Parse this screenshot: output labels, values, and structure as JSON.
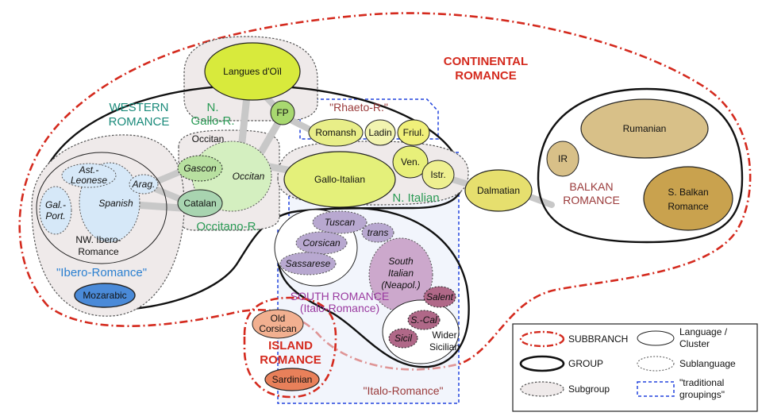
{
  "subbranches": {
    "continental": [
      "CONTINENTAL",
      "ROMANCE"
    ],
    "island": [
      "ISLAND",
      "ROMANCE"
    ]
  },
  "groups": {
    "western": [
      "WESTERN",
      "ROMANCE"
    ],
    "balkan": [
      "BALKAN",
      "ROMANCE"
    ],
    "south": [
      "SOUTH ROMANCE",
      "(Italo-Romance)"
    ]
  },
  "subgroups": {
    "n_gallo": [
      "N.",
      "Gallo-R."
    ],
    "occitano": "Occitano-R.",
    "occitan_cluster": "Occitan",
    "n_italian": "N. Italian",
    "nw_ibero": [
      "NW. Ibero-",
      "Romance"
    ],
    "wider_sicilian": [
      "Wider",
      "Sicilian"
    ]
  },
  "traditional": {
    "ibero": "\"Ibero-Romance\"",
    "rhaeto": "\"Rhaeto-R.\"",
    "italo": "\"Italo-Romance\""
  },
  "languages": {
    "langues_doil": "Langues d'Oïl",
    "fp": "FP",
    "occitan": "Occitan",
    "gascon": "Gascon",
    "catalan": "Catalan",
    "aragonese": "Arag.",
    "astur": [
      "Ast.-",
      "Leonese"
    ],
    "spanish": "Spanish",
    "galport": [
      "Gal.-",
      "Port."
    ],
    "mozarabic": "Mozarabic",
    "romansh": "Romansh",
    "ladin": "Ladin",
    "friulian": "Friul.",
    "gallo_italian": "Gallo-Italian",
    "venetian": "Ven.",
    "istriot": "Istr.",
    "dalmatian": "Dalmatian",
    "rumanian": "Rumanian",
    "ir": "IR",
    "s_balkan": [
      "S. Balkan",
      "Romance"
    ],
    "tuscan": "Tuscan",
    "trans": "trans",
    "corsican": "Corsican",
    "sassarese": "Sassarese",
    "south_italian": [
      "South",
      "Italian",
      "(Neapol.)"
    ],
    "salent": "Salent",
    "s_cal": "S.-Cal",
    "sicil": "Sicil",
    "old_corsican": [
      "Old",
      "Corsican"
    ],
    "sardinian": "Sardinian"
  },
  "legend": {
    "subbranch": "SUBBRANCH",
    "group": "GROUP",
    "subgroup": "Subgroup",
    "language": [
      "Language /",
      "Cluster"
    ],
    "sublanguage": "Sublanguage",
    "traditional": [
      "\"traditional",
      "groupings\""
    ]
  },
  "colors": {
    "subbranch": "#d42a1e",
    "traditional": "#2244dd",
    "oil": "#d8ea3c",
    "gallo_italian": "#e4f07a",
    "occitan": "#d4efc0",
    "fp": "#a8d870",
    "spanish": "#d6e8f8",
    "mozarabic": "#4a8ad8",
    "rumanian": "#d8c088",
    "dalmatian": "#e6df6e",
    "italo": "#b8a8d0",
    "south_italian": "#cca8cc",
    "sicilian": "#b06888",
    "sardinian": "#e8805a",
    "old_corsican": "#f2b090"
  }
}
